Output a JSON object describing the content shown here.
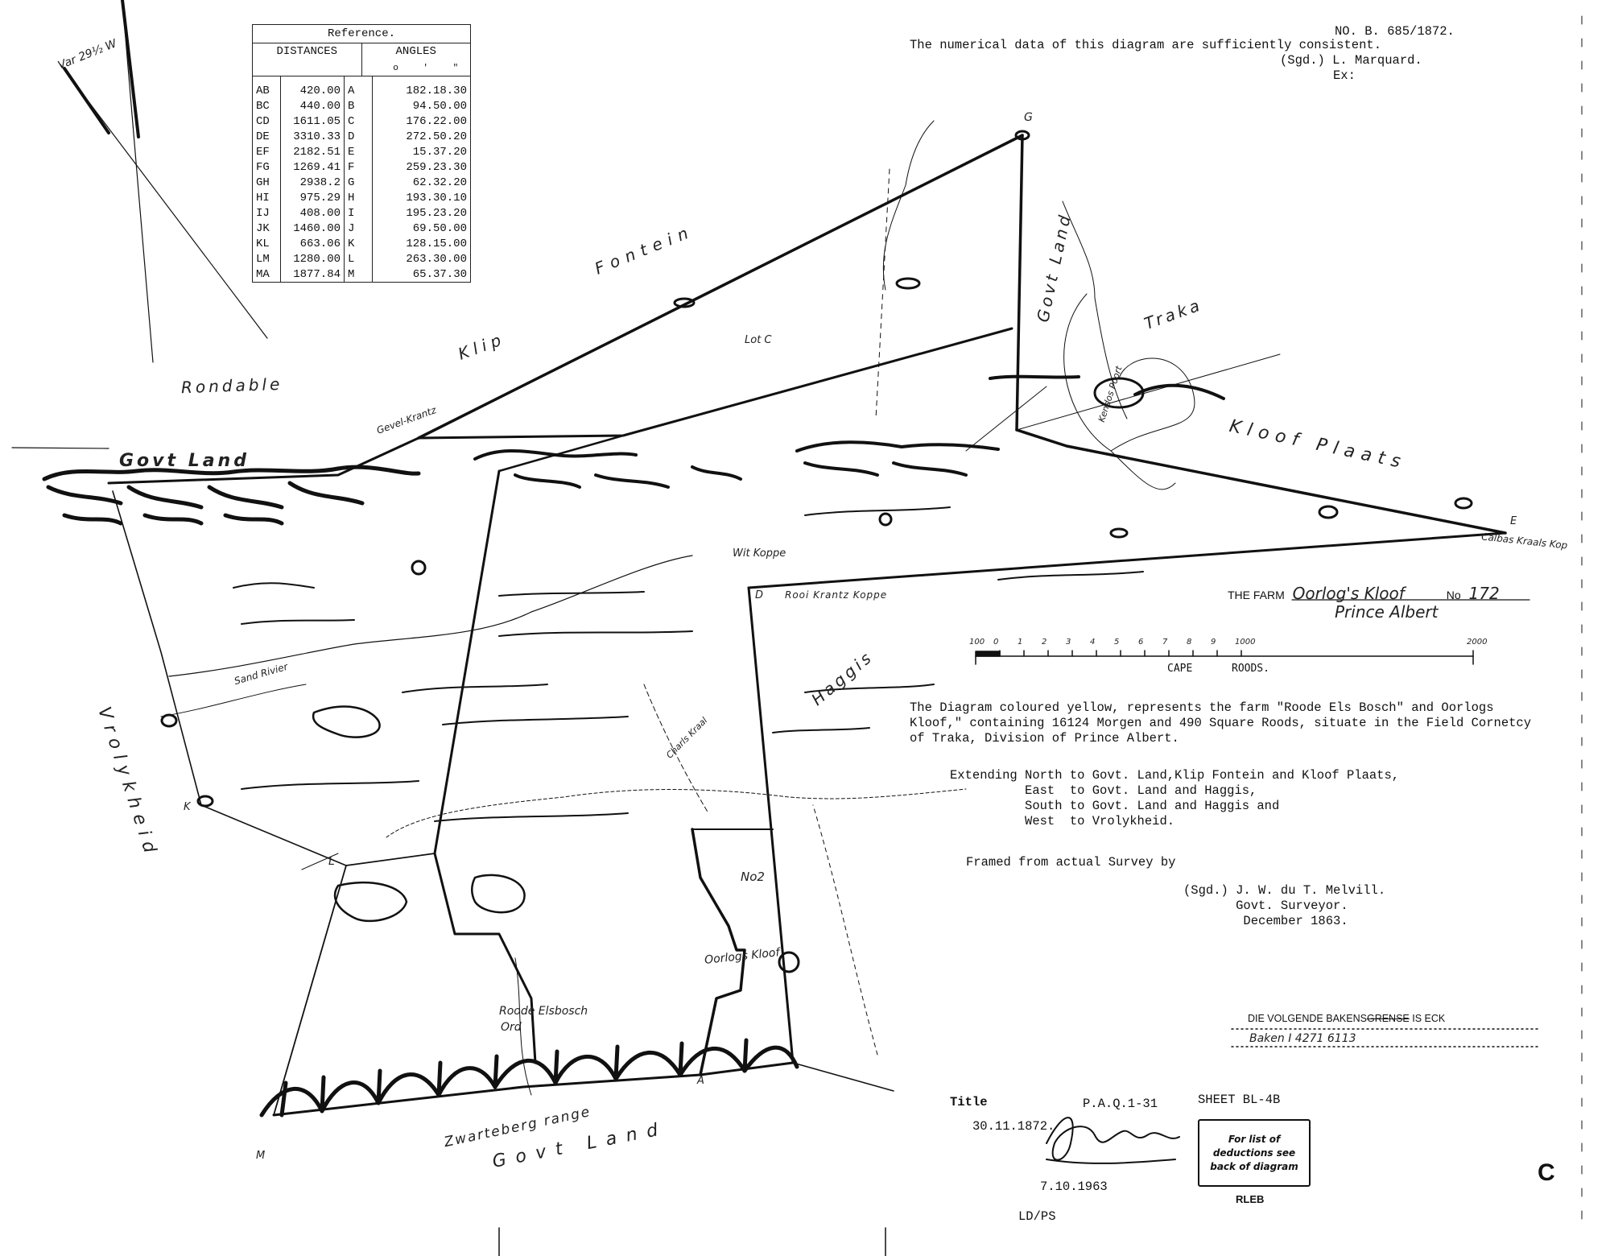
{
  "header": {
    "number": "NO. B. 685/1872.",
    "consistency_note": "The numerical data of this diagram are sufficiently consistent.",
    "signed": "(Sgd.) L. Marquard.",
    "signed_title": "Ex:"
  },
  "variation_label": "Var 29½ W",
  "reference": {
    "title": "Reference.",
    "col_distances": "DISTANCES",
    "col_angles": "ANGLES",
    "angle_units": "o ' \"",
    "rows": [
      {
        "line": "AB",
        "distance": "420.00",
        "point": "A",
        "angle": "182.18.30"
      },
      {
        "line": "BC",
        "distance": "440.00",
        "point": "B",
        "angle": "94.50.00"
      },
      {
        "line": "CD",
        "distance": "1611.05",
        "point": "C",
        "angle": "176.22.00"
      },
      {
        "line": "DE",
        "distance": "3310.33",
        "point": "D",
        "angle": "272.50.20"
      },
      {
        "line": "EF",
        "distance": "2182.51",
        "point": "E",
        "angle": "15.37.20"
      },
      {
        "line": "FG",
        "distance": "1269.41",
        "point": "F",
        "angle": "259.23.30"
      },
      {
        "line": "GH",
        "distance": "2938.2",
        "point": "G",
        "angle": "62.32.20"
      },
      {
        "line": "HI",
        "distance": "975.29",
        "point": "H",
        "angle": "193.30.10"
      },
      {
        "line": "IJ",
        "distance": "408.00",
        "point": "I",
        "angle": "195.23.20"
      },
      {
        "line": "JK",
        "distance": "1460.00",
        "point": "J",
        "angle": "69.50.00"
      },
      {
        "line": "KL",
        "distance": "663.06",
        "point": "K",
        "angle": "128.15.00"
      },
      {
        "line": "LM",
        "distance": "1280.00",
        "point": "L",
        "angle": "263.30.00"
      },
      {
        "line": "MA",
        "distance": "1877.84",
        "point": "M",
        "angle": "65.37.30"
      }
    ]
  },
  "map_labels": {
    "rondable": "Rondable",
    "klip": "Klip",
    "fontein": "Fontein",
    "govt_land_north": "Govt Land",
    "gevel_krantz": "Gevel-Krantz",
    "lot_c": "Lot C",
    "govt_land_ne": "Govt Land",
    "traka": "Traka",
    "kendos_poort": "Kendos Poort",
    "kloof_plaats": "Kloof Plaats",
    "wit_koppe": "Wit Koppe",
    "calbas_kraals_kop": "Calbas Kraals Kop",
    "rooi_krantz_koppe": "Rooi Krantz Koppe",
    "sand_rivier": "Sand Rivier",
    "vrolykheid": "Vrolykheid",
    "haggis": "Haggis",
    "charls_kraal": "Charls Kraal",
    "no2": "No2",
    "oorlogs_kloof": "Oorlogs Kloof",
    "roode_elsbosch": "Roode Elsbosch",
    "ord": "Ord",
    "zwarteberg_range": "Zwarteberg range",
    "govt_land_south": "Govt Land"
  },
  "points": {
    "a": "A",
    "d": "D",
    "e": "E",
    "g": "G",
    "k": "K",
    "l": "L",
    "m": "M"
  },
  "farm": {
    "prefix": "THE FARM",
    "name": "Oorlog's Kloof",
    "no_label": "No",
    "number": "172",
    "division": "Prince Albert"
  },
  "scale": {
    "ticks": [
      "100",
      "0",
      "1",
      "2",
      "3",
      "4",
      "5",
      "6",
      "7",
      "8",
      "9",
      "1000",
      "2000"
    ],
    "unit_left": "CAPE",
    "unit_right": "ROODS."
  },
  "description": {
    "main": "The Diagram coloured yellow, represents the farm \"Roode Els Bosch\" and Oorlogs\nKloof,\" containing 16124 Morgen and 490 Square Roods, situate in the Field Cornetcy\nof Traka, Division of Prince Albert.",
    "extending": "Extending North to Govt. Land,Klip Fontein and Kloof Plaats,\n          East  to Govt. Land and Haggis,\n          South to Govt. Land and Haggis and\n          West  to Vrolykheid.",
    "framed": "Framed from actual Survey by",
    "surveyor": "(Sgd.) J. W. du T. Melvill.\n       Govt. Surveyor.\n        December 1863."
  },
  "bakens": {
    "heading": "DIE VOLGENDE BAKENS",
    "struck": "GRENSE",
    "heading_end": "IS ECK",
    "entry": "Baken I   4271 6113"
  },
  "footer": {
    "title_label": "Title",
    "paq": "P.A.Q.1-31",
    "sheet": "SHEET BL-4B",
    "date1": "30.11.1872.",
    "date2": "7.10.1963",
    "ldps": "LD/PS",
    "stamp": "For list of deductions see back of diagram",
    "stamp2": "RLEB",
    "corner_letter": "C"
  }
}
